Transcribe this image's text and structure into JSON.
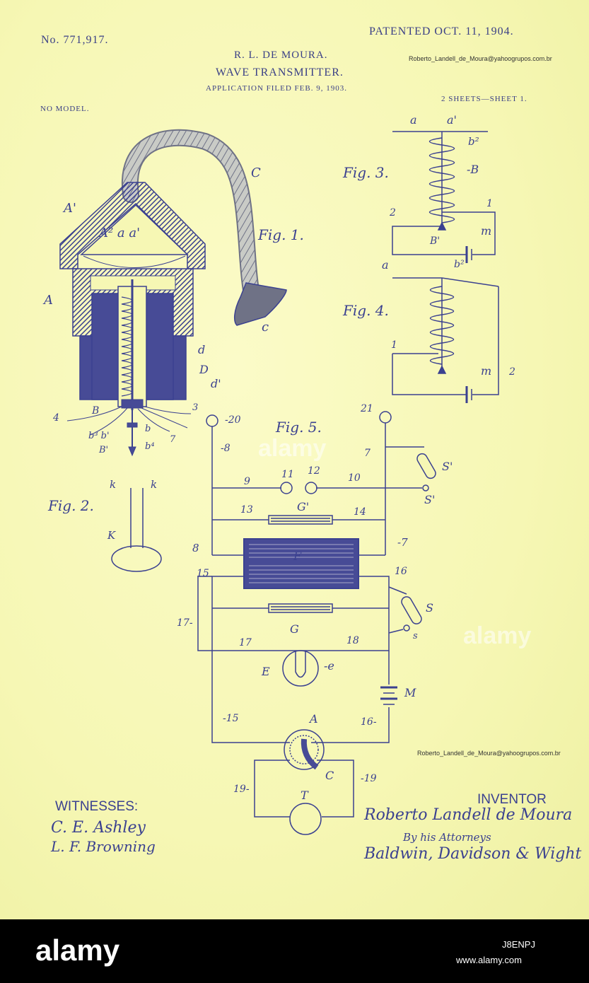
{
  "header": {
    "patent_no": "No. 771,917.",
    "patented": "PATENTED OCT. 11, 1904.",
    "inventor_name": "R. L. DE MOURA.",
    "title": "WAVE TRANSMITTER.",
    "application": "APPLICATION FILED FEB. 9, 1903.",
    "model": "NO MODEL.",
    "sheets": "2 SHEETS—SHEET 1.",
    "email_top": "Roberto_Landell_de_Moura@yahoogrupos.com.br",
    "email_mid": "Roberto_Landell_de_Moura@yahoogrupos.com.br"
  },
  "fig_labels": {
    "fig1": "Fig. 1.",
    "fig2": "Fig. 2.",
    "fig3": "Fig. 3.",
    "fig4": "Fig. 4.",
    "fig5": "Fig. 5."
  },
  "signatures": {
    "witnesses_label": "WITNESSES:",
    "witness1": "C. E. Ashley",
    "witness2": "L. F. Browning",
    "inventor_label": "INVENTOR",
    "inventor_sig": "Roberto Landell de Moura",
    "by_attorneys": "By his Attorneys",
    "attorneys_sig": "Baldwin, Davidson & Wight"
  },
  "footer": {
    "logo": "alamy",
    "image_id": "J8ENPJ",
    "site": "www.alamy.com"
  },
  "watermark": "alamy",
  "colors": {
    "paper": "#f6f7b4",
    "ink": "#3b4190",
    "fill": "#474b96"
  }
}
